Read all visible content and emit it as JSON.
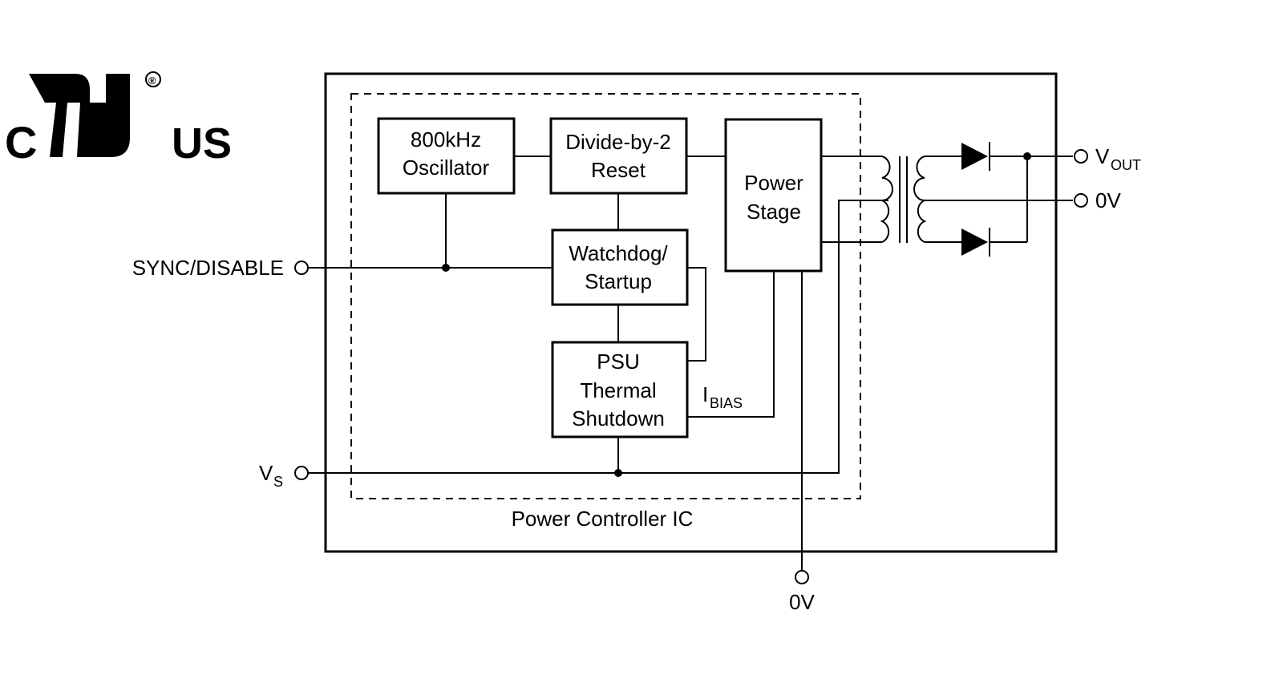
{
  "logo": {
    "left_text": "C",
    "right_text": "US",
    "registered_mark": "®",
    "colors": {
      "ink": "#000000"
    }
  },
  "blocks": {
    "oscillator": {
      "line1": "800kHz",
      "line2": "Oscillator"
    },
    "divider": {
      "line1": "Divide-by-2",
      "line2": "Reset"
    },
    "watchdog": {
      "line1": "Watchdog/",
      "line2": "Startup"
    },
    "psu": {
      "line1": "PSU",
      "line2": "Thermal",
      "line3": "Shutdown"
    },
    "power_stage": {
      "line1": "Power",
      "line2": "Stage"
    }
  },
  "labels": {
    "ic_name": "Power Controller IC",
    "ibias_main": "I",
    "ibias_sub": "BIAS"
  },
  "pins": {
    "sync": "SYNC/DISABLE",
    "vs_main": "V",
    "vs_sub": "S",
    "vout_main": "V",
    "vout_sub": "OUT",
    "zero_v_right": "0V",
    "zero_v_bottom": "0V"
  }
}
